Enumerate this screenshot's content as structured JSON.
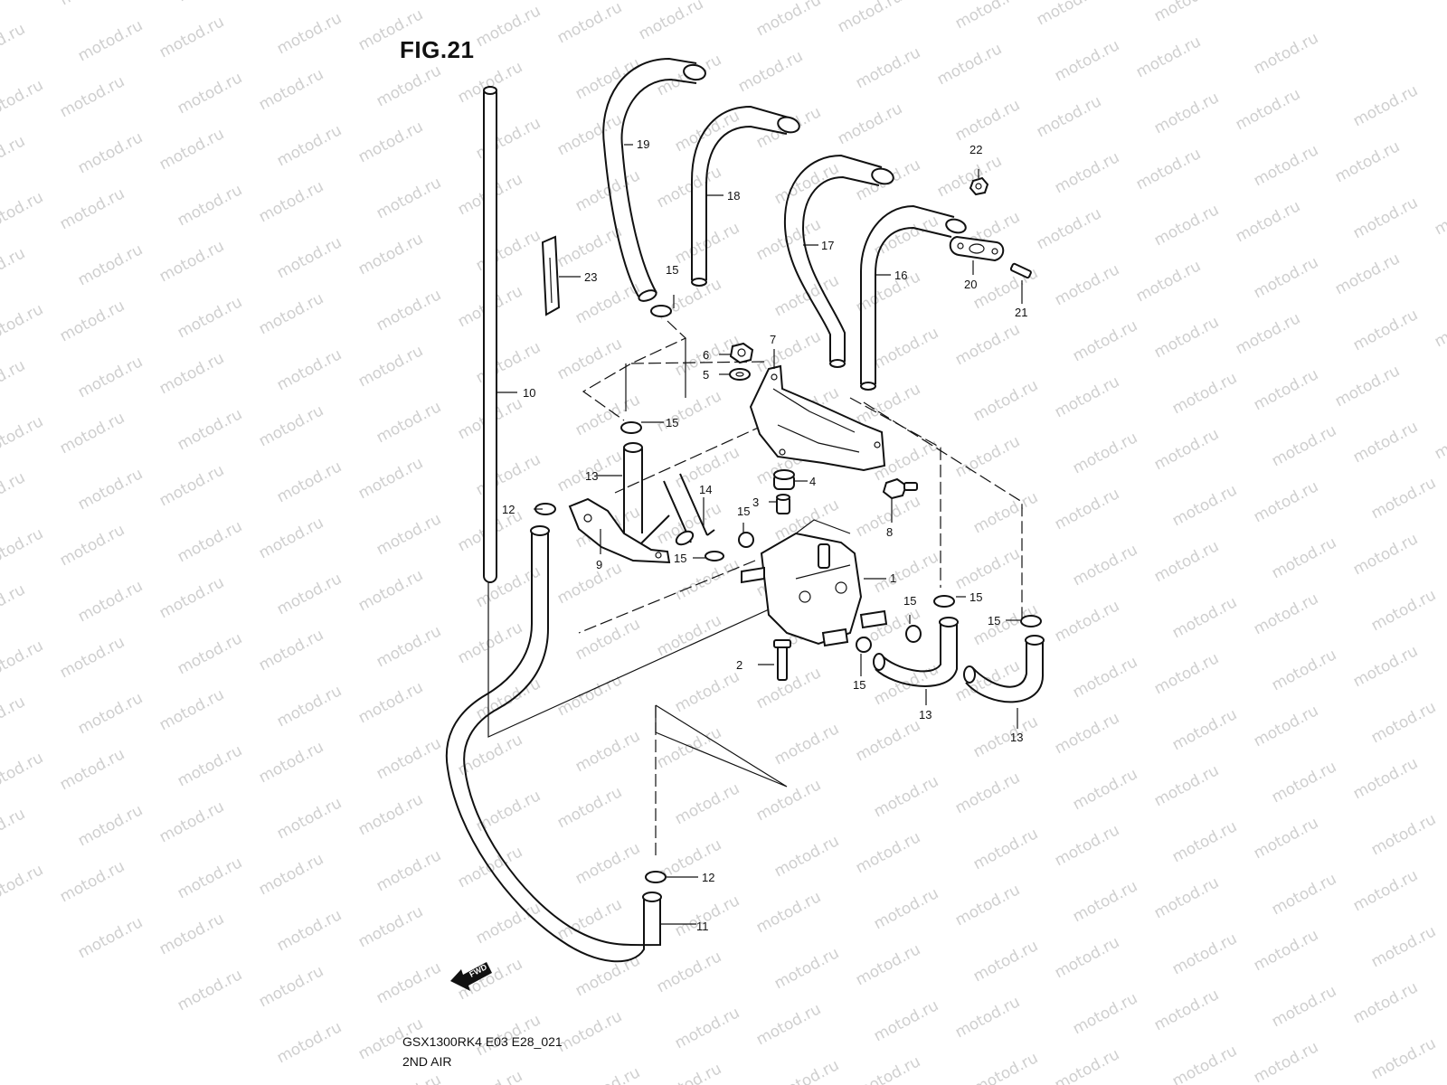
{
  "figure": {
    "title": "FIG.21",
    "model_code": "GSX1300RK4 E03 E28_021",
    "section_name": "2ND AIR",
    "watermark": "motod.ru",
    "fwd_label": "FWD"
  },
  "callouts": [
    {
      "id": "c1",
      "text": "1"
    },
    {
      "id": "c2",
      "text": "2"
    },
    {
      "id": "c3",
      "text": "3"
    },
    {
      "id": "c4",
      "text": "4"
    },
    {
      "id": "c5",
      "text": "5"
    },
    {
      "id": "c6",
      "text": "6"
    },
    {
      "id": "c7",
      "text": "7"
    },
    {
      "id": "c8",
      "text": "8"
    },
    {
      "id": "c9",
      "text": "9"
    },
    {
      "id": "c10",
      "text": "10"
    },
    {
      "id": "c11",
      "text": "11"
    },
    {
      "id": "c12a",
      "text": "12"
    },
    {
      "id": "c12b",
      "text": "12"
    },
    {
      "id": "c13a",
      "text": "13"
    },
    {
      "id": "c13b",
      "text": "13"
    },
    {
      "id": "c13c",
      "text": "13"
    },
    {
      "id": "c14",
      "text": "14"
    },
    {
      "id": "c15a",
      "text": "15"
    },
    {
      "id": "c15b",
      "text": "15"
    },
    {
      "id": "c15c",
      "text": "15"
    },
    {
      "id": "c15d",
      "text": "15"
    },
    {
      "id": "c15e",
      "text": "15"
    },
    {
      "id": "c15f",
      "text": "15"
    },
    {
      "id": "c15g",
      "text": "15"
    },
    {
      "id": "c15h",
      "text": "15"
    },
    {
      "id": "c16",
      "text": "16"
    },
    {
      "id": "c17",
      "text": "17"
    },
    {
      "id": "c18",
      "text": "18"
    },
    {
      "id": "c19",
      "text": "19"
    },
    {
      "id": "c20",
      "text": "20"
    },
    {
      "id": "c21",
      "text": "21"
    },
    {
      "id": "c22",
      "text": "22"
    },
    {
      "id": "c23",
      "text": "23"
    }
  ]
}
